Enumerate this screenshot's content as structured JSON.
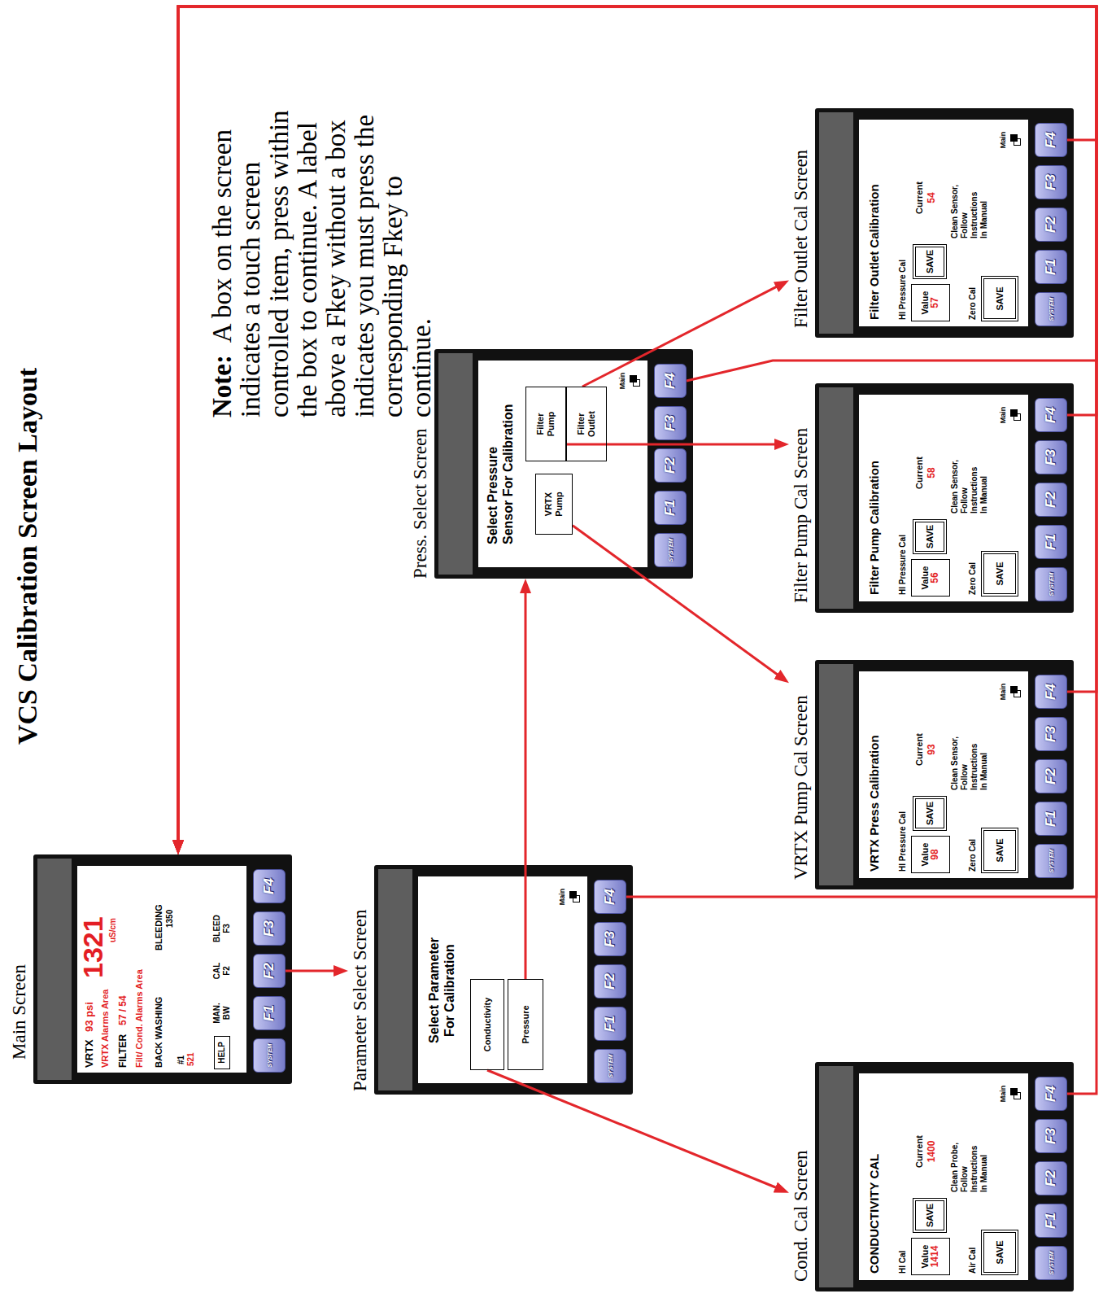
{
  "diagram": {
    "title": "VCS Calibration Screen Layout",
    "nodes": [
      {
        "text": [
          "Main Screen",
          "VRTX",
          "93 psi",
          "1321",
          "uS/cm",
          "VRTX Alarms Area",
          "FILTER",
          "57 / 54",
          "Filt/ Cond. Alarms Area",
          "BACK WASHING",
          "BLEEDING",
          "1350",
          "#1",
          "521",
          "MAN. BW",
          "CAL F2",
          "BLEED F3"
        ]
      },
      {
        "text": [
          "HELP"
        ],
        "in": 0
      },
      {
        "text": [
          "SYSTEM"
        ],
        "in": 0
      },
      {
        "text": [
          "F1"
        ],
        "in": 0
      },
      {
        "text": [
          "F2"
        ],
        "in": 0
      },
      {
        "text": [
          "F3"
        ],
        "in": 0
      },
      {
        "text": [
          "F4"
        ],
        "in": 0
      },
      {
        "text": [
          "Parameter Select Screen",
          "Select Parameter For Calibration",
          "Main"
        ]
      },
      {
        "text": [
          "Conductivity"
        ],
        "in": 7
      },
      {
        "text": [
          "Pressure"
        ],
        "in": 7
      },
      {
        "text": [
          "SYSTEM"
        ],
        "in": 7
      },
      {
        "text": [
          "F1"
        ],
        "in": 7
      },
      {
        "text": [
          "F2"
        ],
        "in": 7
      },
      {
        "text": [
          "F3"
        ],
        "in": 7
      },
      {
        "text": [
          "F4"
        ],
        "in": 7
      },
      {
        "text": [
          "Press. Select Screen",
          "Select Pressure Sensor For Calibration",
          "Main"
        ]
      },
      {
        "text": [
          "VRTX Pump"
        ],
        "in": 15
      },
      {
        "text": [
          "Filter Pump"
        ],
        "in": 15
      },
      {
        "text": [
          "Filter Outlet"
        ],
        "in": 15
      },
      {
        "text": [
          "SYSTEM"
        ],
        "in": 15
      },
      {
        "text": [
          "F1"
        ],
        "in": 15
      },
      {
        "text": [
          "F2"
        ],
        "in": 15
      },
      {
        "text": [
          "F3"
        ],
        "in": 15
      },
      {
        "text": [
          "F4"
        ],
        "in": 15
      },
      {
        "text": [
          "Cond. Cal Screen",
          "CONDUCTIVITY CAL",
          "HI Cal",
          "Current",
          "1400",
          "Air Cal",
          "Clean Probe, Follow Instructions In Manual",
          "Main"
        ]
      },
      {
        "text": [
          "Value",
          "1414"
        ],
        "in": 24
      },
      {
        "text": [
          "SAVE"
        ],
        "in": 24
      },
      {
        "text": [
          "SAVE"
        ],
        "in": 24
      },
      {
        "text": [
          "SYSTEM"
        ],
        "in": 24
      },
      {
        "text": [
          "F1"
        ],
        "in": 24
      },
      {
        "text": [
          "F2"
        ],
        "in": 24
      },
      {
        "text": [
          "F3"
        ],
        "in": 24
      },
      {
        "text": [
          "F4"
        ],
        "in": 24
      },
      {
        "text": [
          "VRTX Pump Cal Screen",
          "VRTX Press Calibration",
          "HI Pressure Cal",
          "Current",
          "93",
          "Zero Cal",
          "Clean Sensor, Follow Instructions In Manual",
          "Main"
        ]
      },
      {
        "text": [
          "Value",
          "98"
        ],
        "in": 33
      },
      {
        "text": [
          "SAVE"
        ],
        "in": 33
      },
      {
        "text": [
          "SAVE"
        ],
        "in": 33
      },
      {
        "text": [
          "SYSTEM"
        ],
        "in": 33
      },
      {
        "text": [
          "F1"
        ],
        "in": 33
      },
      {
        "text": [
          "F2"
        ],
        "in": 33
      },
      {
        "text": [
          "F3"
        ],
        "in": 33
      },
      {
        "text": [
          "F4"
        ],
        "in": 33
      },
      {
        "text": [
          "Filter Pump Cal Screen",
          "Filter Pump Calibration",
          "HI Pressure Cal",
          "Current",
          "58",
          "Zero Cal",
          "Clean Sensor, Follow Instructions In Manual",
          "Main"
        ]
      },
      {
        "text": [
          "Value",
          "56"
        ],
        "in": 42
      },
      {
        "text": [
          "SAVE"
        ],
        "in": 42
      },
      {
        "text": [
          "SAVE"
        ],
        "in": 42
      },
      {
        "text": [
          "SYSTEM"
        ],
        "in": 42
      },
      {
        "text": [
          "F1"
        ],
        "in": 42
      },
      {
        "text": [
          "F2"
        ],
        "in": 42
      },
      {
        "text": [
          "F3"
        ],
        "in": 42
      },
      {
        "text": [
          "F4"
        ],
        "in": 42
      },
      {
        "text": [
          "Filter Outlet Cal Screen",
          "Filter Outlet Calibration",
          "HI Pressure Cal",
          "Current",
          "54",
          "Zero Cal",
          "Clean Sensor, Follow Instructions In Manual",
          "Main"
        ]
      },
      {
        "text": [
          "Value",
          "57"
        ],
        "in": 51
      },
      {
        "text": [
          "SAVE"
        ],
        "in": 51
      },
      {
        "text": [
          "SAVE"
        ],
        "in": 51
      },
      {
        "text": [
          "SYSTEM"
        ],
        "in": 51
      },
      {
        "text": [
          "F1"
        ],
        "in": 51
      },
      {
        "text": [
          "F2"
        ],
        "in": 51
      },
      {
        "text": [
          "F3"
        ],
        "in": 51
      },
      {
        "text": [
          "F4"
        ],
        "in": 51
      }
    ],
    "edges": [
      {
        "from": 4,
        "to": 7,
        "arrow": "to"
      },
      {
        "from": 8,
        "to": 24,
        "arrow": "to"
      },
      {
        "from": 9,
        "to": 15,
        "arrow": "to"
      },
      {
        "from": 16,
        "to": 33,
        "arrow": "to"
      },
      {
        "from": 17,
        "to": 42,
        "arrow": "to"
      },
      {
        "from": 18,
        "to": 51,
        "arrow": "to"
      },
      {
        "from": 14,
        "to": 0,
        "arrow": "to"
      },
      {
        "from": 23,
        "to": 0,
        "arrow": "to"
      },
      {
        "from": 32,
        "to": 0,
        "arrow": "to"
      },
      {
        "from": 41,
        "to": 0,
        "arrow": "to"
      },
      {
        "from": 50,
        "to": 0,
        "arrow": "to"
      },
      {
        "from": 59,
        "to": 0,
        "arrow": "to"
      }
    ],
    "labels": [
      "Note:",
      "A box on the screen indicates a touch screen controlled item, press within the box to continue. A label above a Fkey without a box indicates you must press the corresponding Fkey to continue."
    ]
  }
}
